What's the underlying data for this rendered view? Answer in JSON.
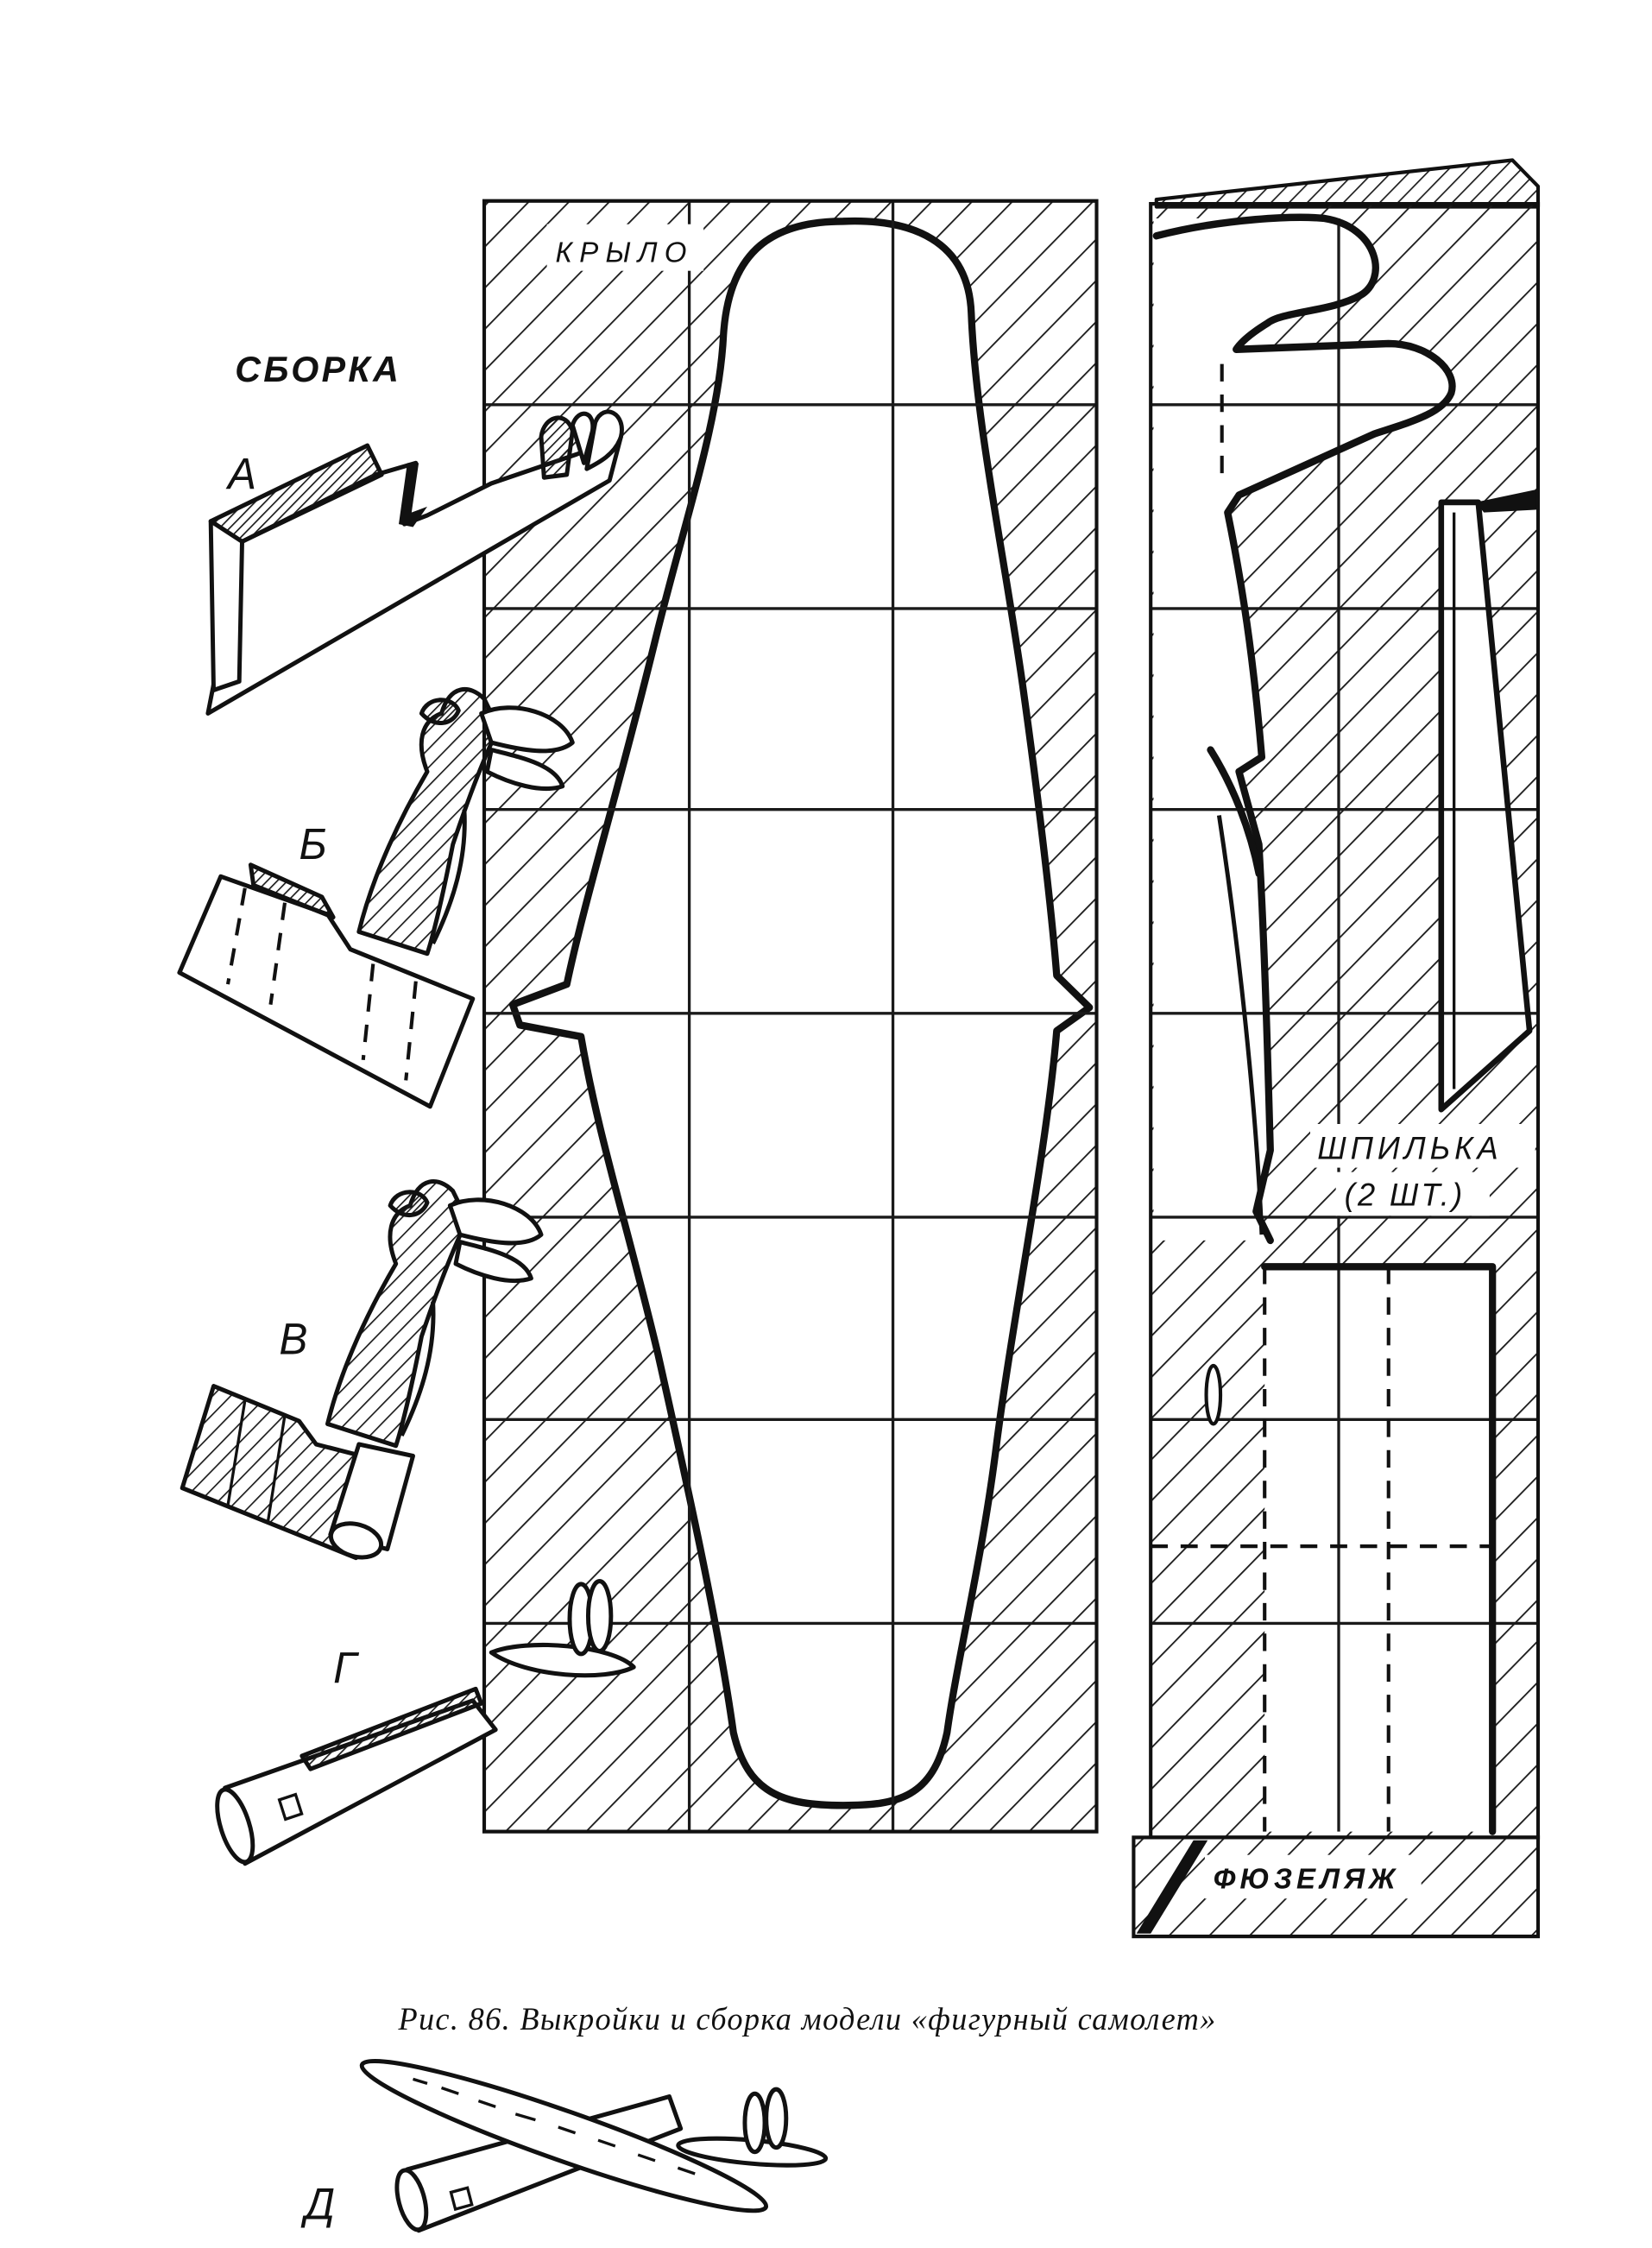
{
  "assembly": {
    "title": "СБОРКА",
    "steps": [
      "А",
      "Б",
      "В",
      "Г",
      "Д"
    ]
  },
  "wing": {
    "label": "КРЫЛО"
  },
  "pin": {
    "label": "ШПИЛЬКА",
    "quantity": "(2 ШТ.)"
  },
  "fuselage": {
    "label": "ФЮЗЕЛЯЖ"
  },
  "caption": "Рис. 86. Выкройки и сборка модели «фигурный самолет»"
}
